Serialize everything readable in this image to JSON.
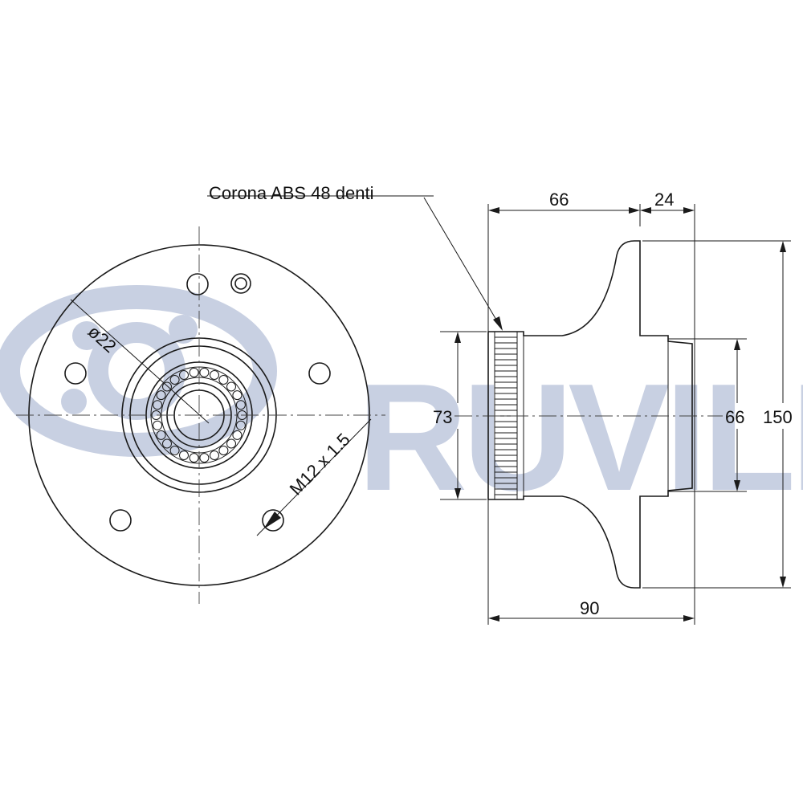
{
  "brand": {
    "name": "RUVILLE",
    "color": "#c8d0e2"
  },
  "annotations": {
    "abs_ring": "Corona ABS 48 denti",
    "bore_diameter": "ø22",
    "stud_thread": "M12 x 1.5"
  },
  "dimensions": {
    "d66_top": "66",
    "d24_top": "24",
    "d73": "73",
    "d66_right": "66",
    "d150": "150",
    "d90": "90"
  },
  "icons": [
    "wheel-hub-front-view",
    "wheel-hub-side-view"
  ]
}
